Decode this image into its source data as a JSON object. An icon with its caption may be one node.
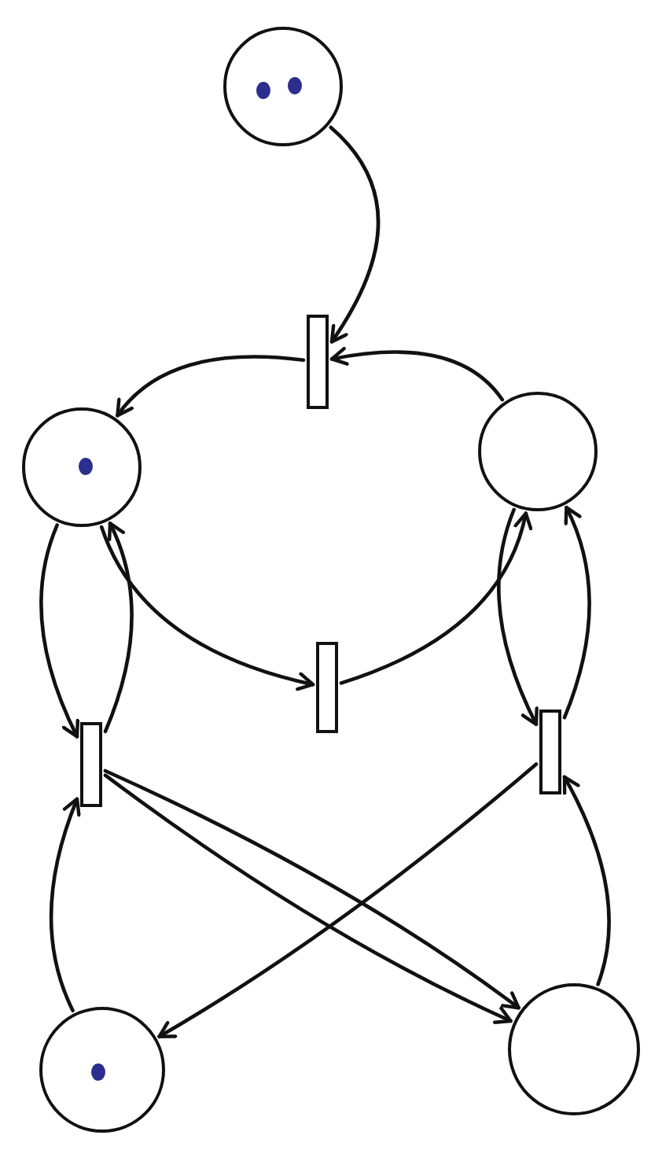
{
  "diagram": {
    "nodes": [
      {
        "text": [],
        "shape": "circle"
      },
      {
        "text": [],
        "shape": "bar"
      },
      {
        "text": [],
        "shape": "circle"
      },
      {
        "text": [],
        "shape": "circle"
      },
      {
        "text": [],
        "shape": "bar"
      },
      {
        "text": [],
        "shape": "bar"
      },
      {
        "text": [],
        "shape": "bar"
      },
      {
        "text": [],
        "shape": "circle"
      },
      {
        "text": [],
        "shape": "circle"
      },
      {
        "text": [],
        "shape": "dot",
        "in": 0
      },
      {
        "text": [],
        "shape": "dot",
        "in": 0
      },
      {
        "text": [],
        "shape": "dot",
        "in": 2
      },
      {
        "text": [],
        "shape": "dot",
        "in": 7
      }
    ],
    "edges": [
      {
        "from": 0,
        "to": 1,
        "arrow": "to"
      },
      {
        "from": 3,
        "to": 1,
        "arrow": "to"
      },
      {
        "from": 1,
        "to": 2,
        "arrow": "to"
      },
      {
        "from": 2,
        "to": 4,
        "arrow": "to"
      },
      {
        "from": 4,
        "to": 3,
        "arrow": "to"
      },
      {
        "from": 2,
        "to": 5,
        "arrow": "to"
      },
      {
        "from": 5,
        "to": 2,
        "arrow": "to"
      },
      {
        "from": 3,
        "to": 6,
        "arrow": "to"
      },
      {
        "from": 6,
        "to": 3,
        "arrow": "to"
      },
      {
        "from": 7,
        "to": 5,
        "arrow": "to"
      },
      {
        "from": 5,
        "to": 8,
        "arrow": "to"
      },
      {
        "from": 5,
        "to": 8,
        "arrow": "to"
      },
      {
        "from": 6,
        "to": 7,
        "arrow": "to"
      },
      {
        "from": 8,
        "to": 6,
        "arrow": "to"
      }
    ]
  }
}
